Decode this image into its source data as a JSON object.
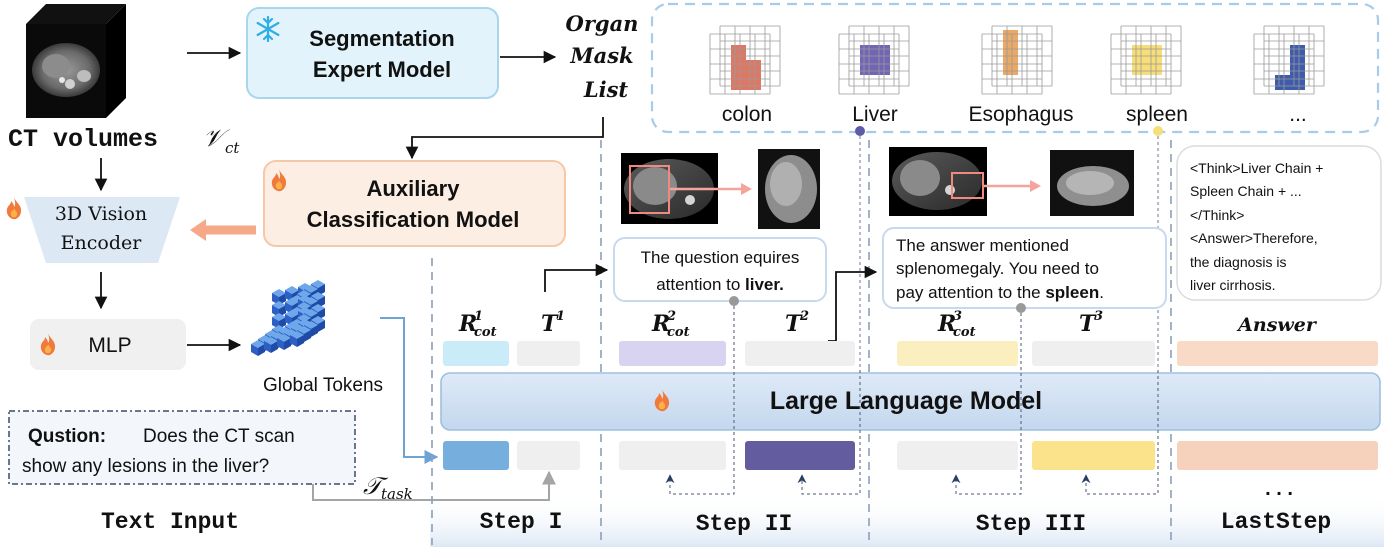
{
  "seg": {
    "line1": "Segmentation",
    "line2": "Expert Model"
  },
  "mask_list": {
    "line1": "Organ",
    "line2": "Mask",
    "line3": "List"
  },
  "organs": [
    "colon",
    "Liver",
    "Esophagus",
    "spleen",
    "..."
  ],
  "ct_caption": "CT volumes",
  "ct_symbol": "𝒱",
  "ct_symbol_sub": "ct",
  "aux": {
    "line1": "Auxiliary",
    "line2": "Classification Model"
  },
  "vision_encoder": {
    "line1": "3D Vision",
    "line2": "Encoder"
  },
  "mlp_label": "MLP",
  "global_tokens": "Global Tokens",
  "question": {
    "label": "Qustion:",
    "line1": "Does the CT scan",
    "line2": "show any lesions in the liver?"
  },
  "task_symbol": "𝒯",
  "task_sub": "task",
  "text_input": "Text Input",
  "llm_label": "Large Language Model",
  "bubble1": {
    "line1": "The question equires",
    "line2a": "attention to ",
    "line2b": "liver."
  },
  "bubble2": {
    "line1": "The answer mentioned",
    "line2": "splenomegaly. You need to",
    "line3a": "pay attention to the ",
    "line3b": "spleen"
  },
  "think_box": [
    "<Think>Liver Chain +",
    "Spleen Chain + ...",
    "</Think>",
    "<Answer>Therefore,",
    "the diagnosis is",
    "liver cirrhosis."
  ],
  "token_labels": {
    "r1": "R",
    "r1_sup": "1",
    "r1_sub": "cot",
    "t1": "T",
    "t1_sup": "1",
    "r2": "R",
    "r2_sup": "2",
    "r2_sub": "cot",
    "t2": "T",
    "t2_sup": "2",
    "r3": "R",
    "r3_sup": "3",
    "r3_sub": "cot",
    "t3": "T",
    "t3_sup": "3",
    "answer": "Answer"
  },
  "ellipsis_bottom": ". . .",
  "steps": [
    "Step I",
    "Step II",
    "Step III",
    "LastStep"
  ],
  "colors": {
    "seg_fill": "#e3f3fb",
    "seg_stroke": "#a9d6ec",
    "aux_fill": "#fdeee3",
    "aux_stroke": "#f5c9a8",
    "llm_fill": "#d0e1f3",
    "llm_stroke": "#9fbfe0",
    "cyan_token": "#c9ecf8",
    "blue_token": "#76aedd",
    "lavender_token": "#d7d3f1",
    "purple_token": "#635c9f",
    "yellow_token": "#fcefbf",
    "gold_token": "#fbe38c",
    "peach_token": "#f8dac6",
    "peach_token2": "#f6d2bc",
    "gray_token": "#efefef",
    "dash_line": "#8aa0bb",
    "liver_dot": "#5d5aa6",
    "spleen_dot": "#f4df79",
    "arrow_salmon": "#f6a988"
  },
  "icons": [
    "snowflake-icon",
    "flame-icon",
    "ct-cube-icon",
    "token-cube-icon",
    "voxel-grid-icon"
  ]
}
